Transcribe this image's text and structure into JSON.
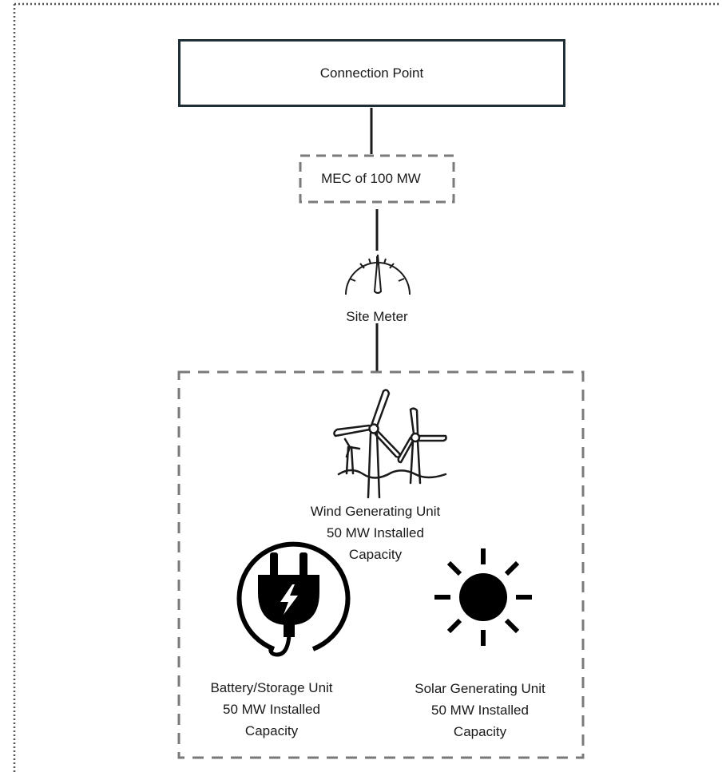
{
  "connection_point": {
    "label": "Connection Point"
  },
  "mec": {
    "label": "MEC of 100 MW"
  },
  "site_meter": {
    "label": "Site Meter"
  },
  "wind_unit": {
    "line1": "Wind Generating Unit",
    "line2": "50 MW Installed",
    "line3": "Capacity"
  },
  "battery_unit": {
    "line1": "Battery/Storage Unit",
    "line2": "50 MW Installed",
    "line3": "Capacity"
  },
  "solar_unit": {
    "line1": "Solar Generating Unit",
    "line2": "50 MW Installed",
    "line3": "Capacity"
  },
  "icons": [
    "meter-gauge-icon",
    "wind-turbine-icon",
    "power-plug-icon",
    "sun-icon"
  ],
  "colors": {
    "connection_border": "#1e2f36",
    "dashed_border": "#7a7a7a",
    "frame_border": "#555555",
    "line": "#1a1a1a"
  }
}
